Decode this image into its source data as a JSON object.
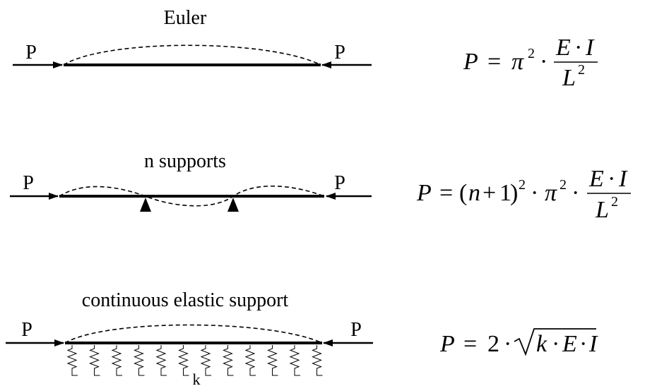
{
  "panels": {
    "euler": {
      "title": "Euler",
      "load_left": "P",
      "load_right": "P",
      "formula": {
        "lhs": "P",
        "eq": "=",
        "pi": "π",
        "pi_exp": "2",
        "dot": "·",
        "num_e": "E",
        "num_dot": "·",
        "num_i": "I",
        "den_l": "L",
        "den_exp": "2"
      }
    },
    "n_supports": {
      "title": "n supports",
      "load_left": "P",
      "load_right": "P",
      "formula": {
        "lhs": "P",
        "eq": "=",
        "paren_open": "(",
        "n": "n",
        "plus": "+",
        "one": "1",
        "paren_close": ")",
        "paren_exp": "2",
        "dot1": "·",
        "pi": "π",
        "pi_exp": "2",
        "dot2": "·",
        "num_e": "E",
        "num_dot": "·",
        "num_i": "I",
        "den_l": "L",
        "den_exp": "2"
      }
    },
    "elastic": {
      "title": "continuous elastic support",
      "load_left": "P",
      "load_right": "P",
      "spring_label": "k",
      "formula": {
        "lhs": "P",
        "eq": "=",
        "two": "2",
        "dot": "·",
        "k": "k",
        "dot2": "·",
        "e": "E",
        "dot3": "·",
        "i": "I"
      }
    }
  }
}
